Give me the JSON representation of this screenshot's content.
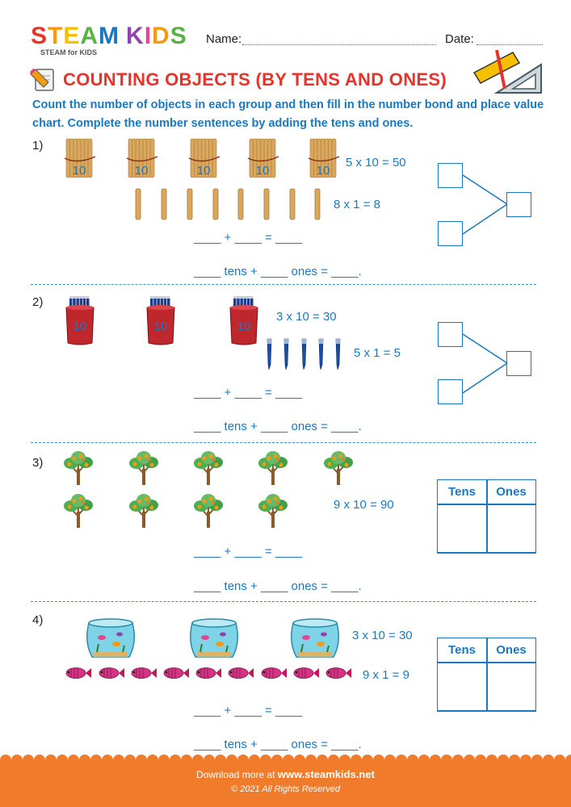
{
  "header": {
    "logo_letters": [
      "S",
      "T",
      "E",
      "A",
      "M",
      " ",
      "K",
      "I",
      "D",
      "S"
    ],
    "logo_colors": [
      "#e8332a",
      "#f39c12",
      "#f5c000",
      "#5bb043",
      "#1a78c2",
      "#ffffff",
      "#8e44ad",
      "#e84393",
      "#f39c12",
      "#5bb043"
    ],
    "logo_sub": "STEAM for KIDS",
    "name_label": "Name:",
    "date_label": "Date:"
  },
  "title": "COUNTING OBJECTS (BY TENS AND ONES)",
  "instructions": "Count the number of objects in each group and then fill in the number bond and place value chart. Complete the number sentences by adding the tens and ones.",
  "questions": [
    {
      "num": "1)",
      "eq_tens": "5 x 10 = 50",
      "eq_ones": "8 x 1 = 8",
      "add_line": "____ + ____ = ____",
      "tens_line": "____ tens + ____ ones = ____.",
      "bundle_label": "10"
    },
    {
      "num": "2)",
      "eq_tens": "3 x 10 = 30",
      "eq_ones": "5 x 1 = 5",
      "add_line": "____ + ____ = ____",
      "tens_line": "____ tens + ____ ones = ____.",
      "cup_label": "10"
    },
    {
      "num": "3)",
      "eq_tens": "9 x 10 = 90",
      "add_line": "____ + ____ = ____",
      "tens_line": "____ tens + ____ ones = ____.",
      "pv_tens": "Tens",
      "pv_ones": "Ones"
    },
    {
      "num": "4)",
      "eq_tens": "3 x 10 = 30",
      "eq_ones": "9 x 1 = 9",
      "add_line": "____ + ____ = ____",
      "tens_line": "____ tens + ____ ones = ____.",
      "pv_tens": "Tens",
      "pv_ones": "Ones"
    }
  ],
  "footer": {
    "download_prefix": "Download more at ",
    "site": "www.steamkids.net",
    "copyright": "© 2021 All Rights Reserved"
  },
  "colors": {
    "accent_blue": "#1a78c2",
    "title_red": "#e8332a",
    "footer_orange": "#f07b2b"
  }
}
